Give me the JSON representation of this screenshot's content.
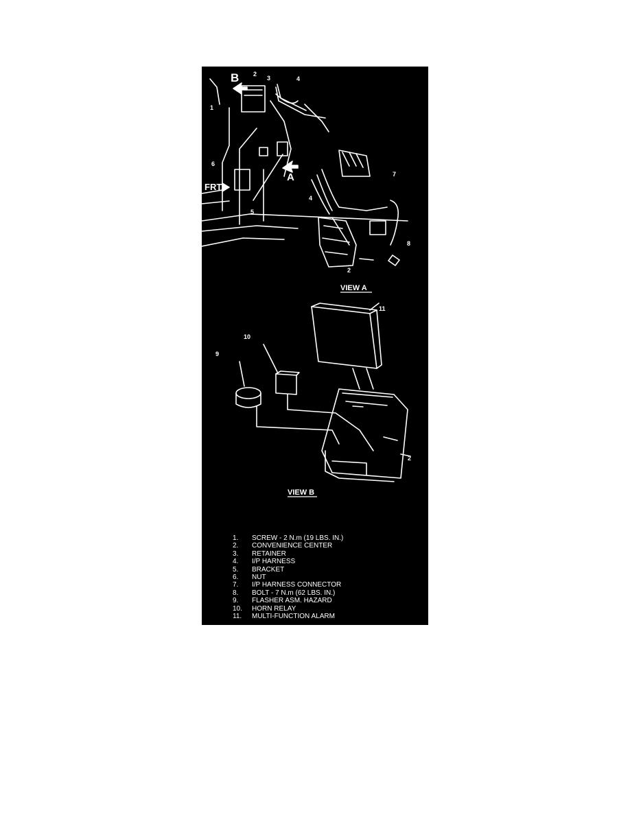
{
  "views": {
    "view_a": "VIEW A",
    "view_b": "VIEW B",
    "b_marker": "B",
    "a_marker": "A",
    "front_marker": "FRT"
  },
  "callouts": {
    "c1": "1",
    "c2a": "2",
    "c3": "3",
    "c4a": "4",
    "c5": "5",
    "c6": "6",
    "c4b": "4",
    "c7": "7",
    "c8": "8",
    "c2b": "2",
    "c11": "11",
    "c10": "10",
    "c9": "9",
    "c2c": "2"
  },
  "legend": [
    {
      "num": "1.",
      "text": "SCREW - 2 N.m (19 LBS. IN.)"
    },
    {
      "num": "2.",
      "text": "CONVENIENCE CENTER"
    },
    {
      "num": "3.",
      "text": "RETAINER"
    },
    {
      "num": "4.",
      "text": "I/P HARNESS"
    },
    {
      "num": "5.",
      "text": "BRACKET"
    },
    {
      "num": "6.",
      "text": "NUT"
    },
    {
      "num": "7.",
      "text": "I/P HARNESS CONNECTOR"
    },
    {
      "num": "8.",
      "text": "BOLT - 7 N.m (62 LBS. IN.)"
    },
    {
      "num": "9.",
      "text": "FLASHER ASM. HAZARD"
    },
    {
      "num": "10.",
      "text": "HORN RELAY"
    },
    {
      "num": "11.",
      "text": "MULTI-FUNCTION ALARM"
    }
  ]
}
